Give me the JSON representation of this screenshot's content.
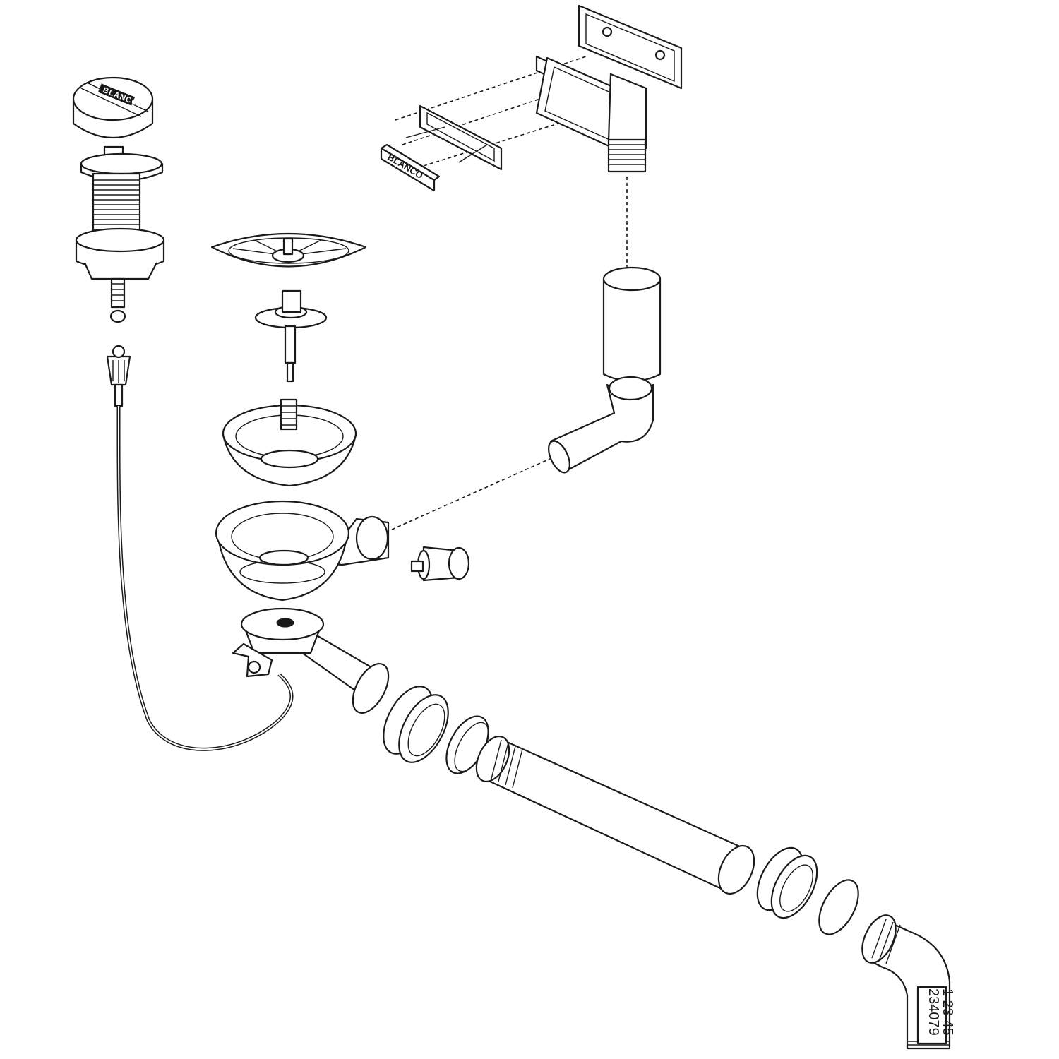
{
  "diagram": {
    "knob_brand": "BLANCO",
    "overflow_cover_brand": "BLANCO",
    "elbow_label": {
      "line1": "234079",
      "line2": "1 23 45"
    }
  }
}
